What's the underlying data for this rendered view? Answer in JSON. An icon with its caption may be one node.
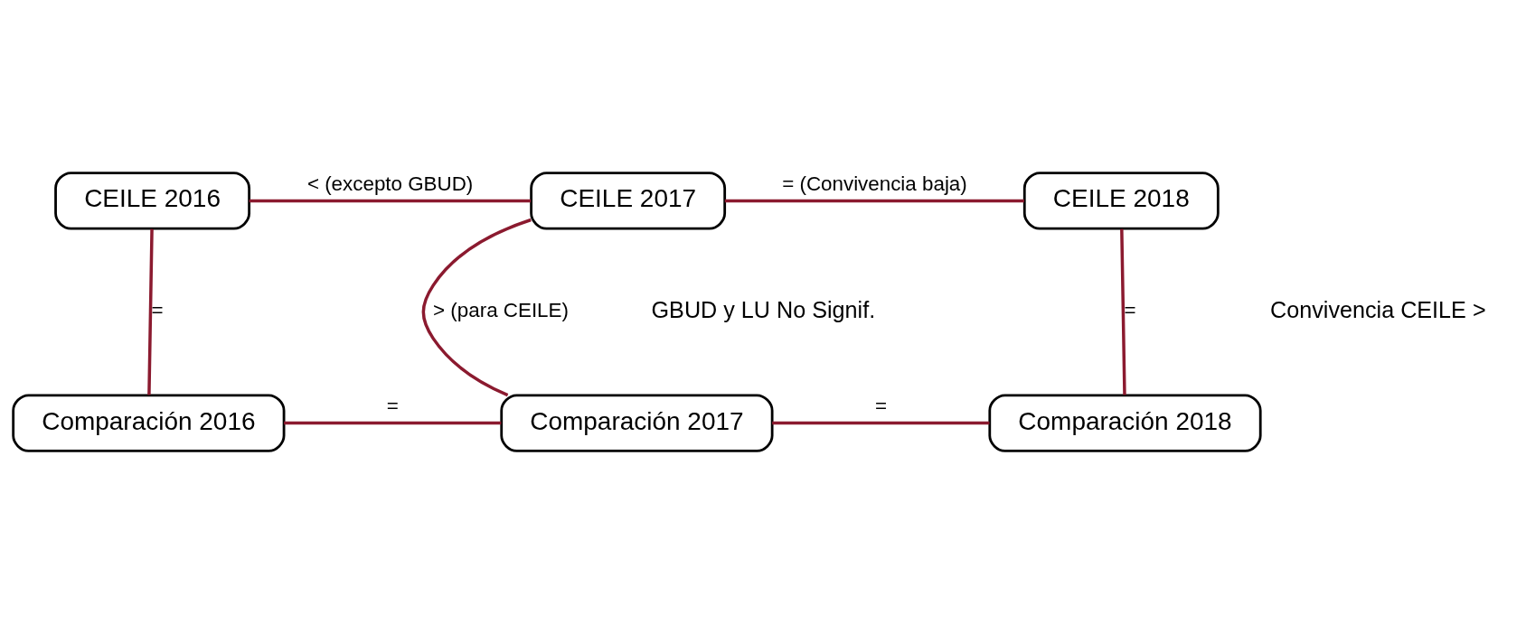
{
  "diagram": {
    "nodes": [
      {
        "text": [
          "CEILE 2016"
        ]
      },
      {
        "text": [
          "CEILE 2017"
        ]
      },
      {
        "text": [
          "CEILE 2018"
        ]
      },
      {
        "text": [
          "Comparación 2016"
        ]
      },
      {
        "text": [
          "Comparación 2017"
        ]
      },
      {
        "text": [
          "Comparación 2018"
        ]
      }
    ],
    "edges": [
      {
        "from": 0,
        "to": 1,
        "arrow": "none",
        "label": "< (excepto GBUD)"
      },
      {
        "from": 1,
        "to": 2,
        "arrow": "none",
        "label": "= (Convivencia baja)"
      },
      {
        "from": 0,
        "to": 3,
        "arrow": "none",
        "label": "="
      },
      {
        "from": 1,
        "to": 4,
        "arrow": "none",
        "label": "> (para CEILE)"
      },
      {
        "from": 2,
        "to": 5,
        "arrow": "none",
        "label": "="
      },
      {
        "from": 3,
        "to": 4,
        "arrow": "none",
        "label": "="
      },
      {
        "from": 4,
        "to": 5,
        "arrow": "none",
        "label": "="
      }
    ],
    "labels": [
      "GBUD y LU No Signif.",
      "Convivencia CEILE >"
    ]
  }
}
